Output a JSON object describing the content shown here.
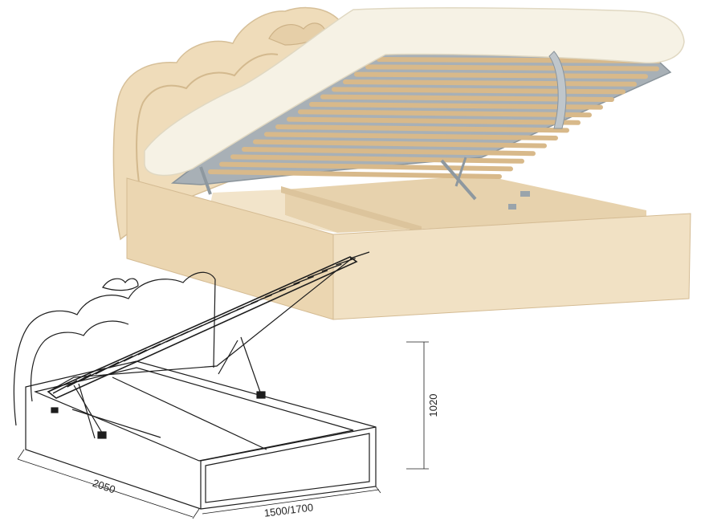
{
  "dimensions": {
    "length": "2050",
    "width": "1500/1700",
    "height": "1020"
  },
  "colors": {
    "wood": "#ecd8b5",
    "wood_dark": "#d9c29b",
    "wood_light": "#f4e7cf",
    "mattress": "#f5f1e4",
    "slat": "#d8b98a",
    "metal": "#9aa4ab",
    "line": "#1d1d1d"
  }
}
